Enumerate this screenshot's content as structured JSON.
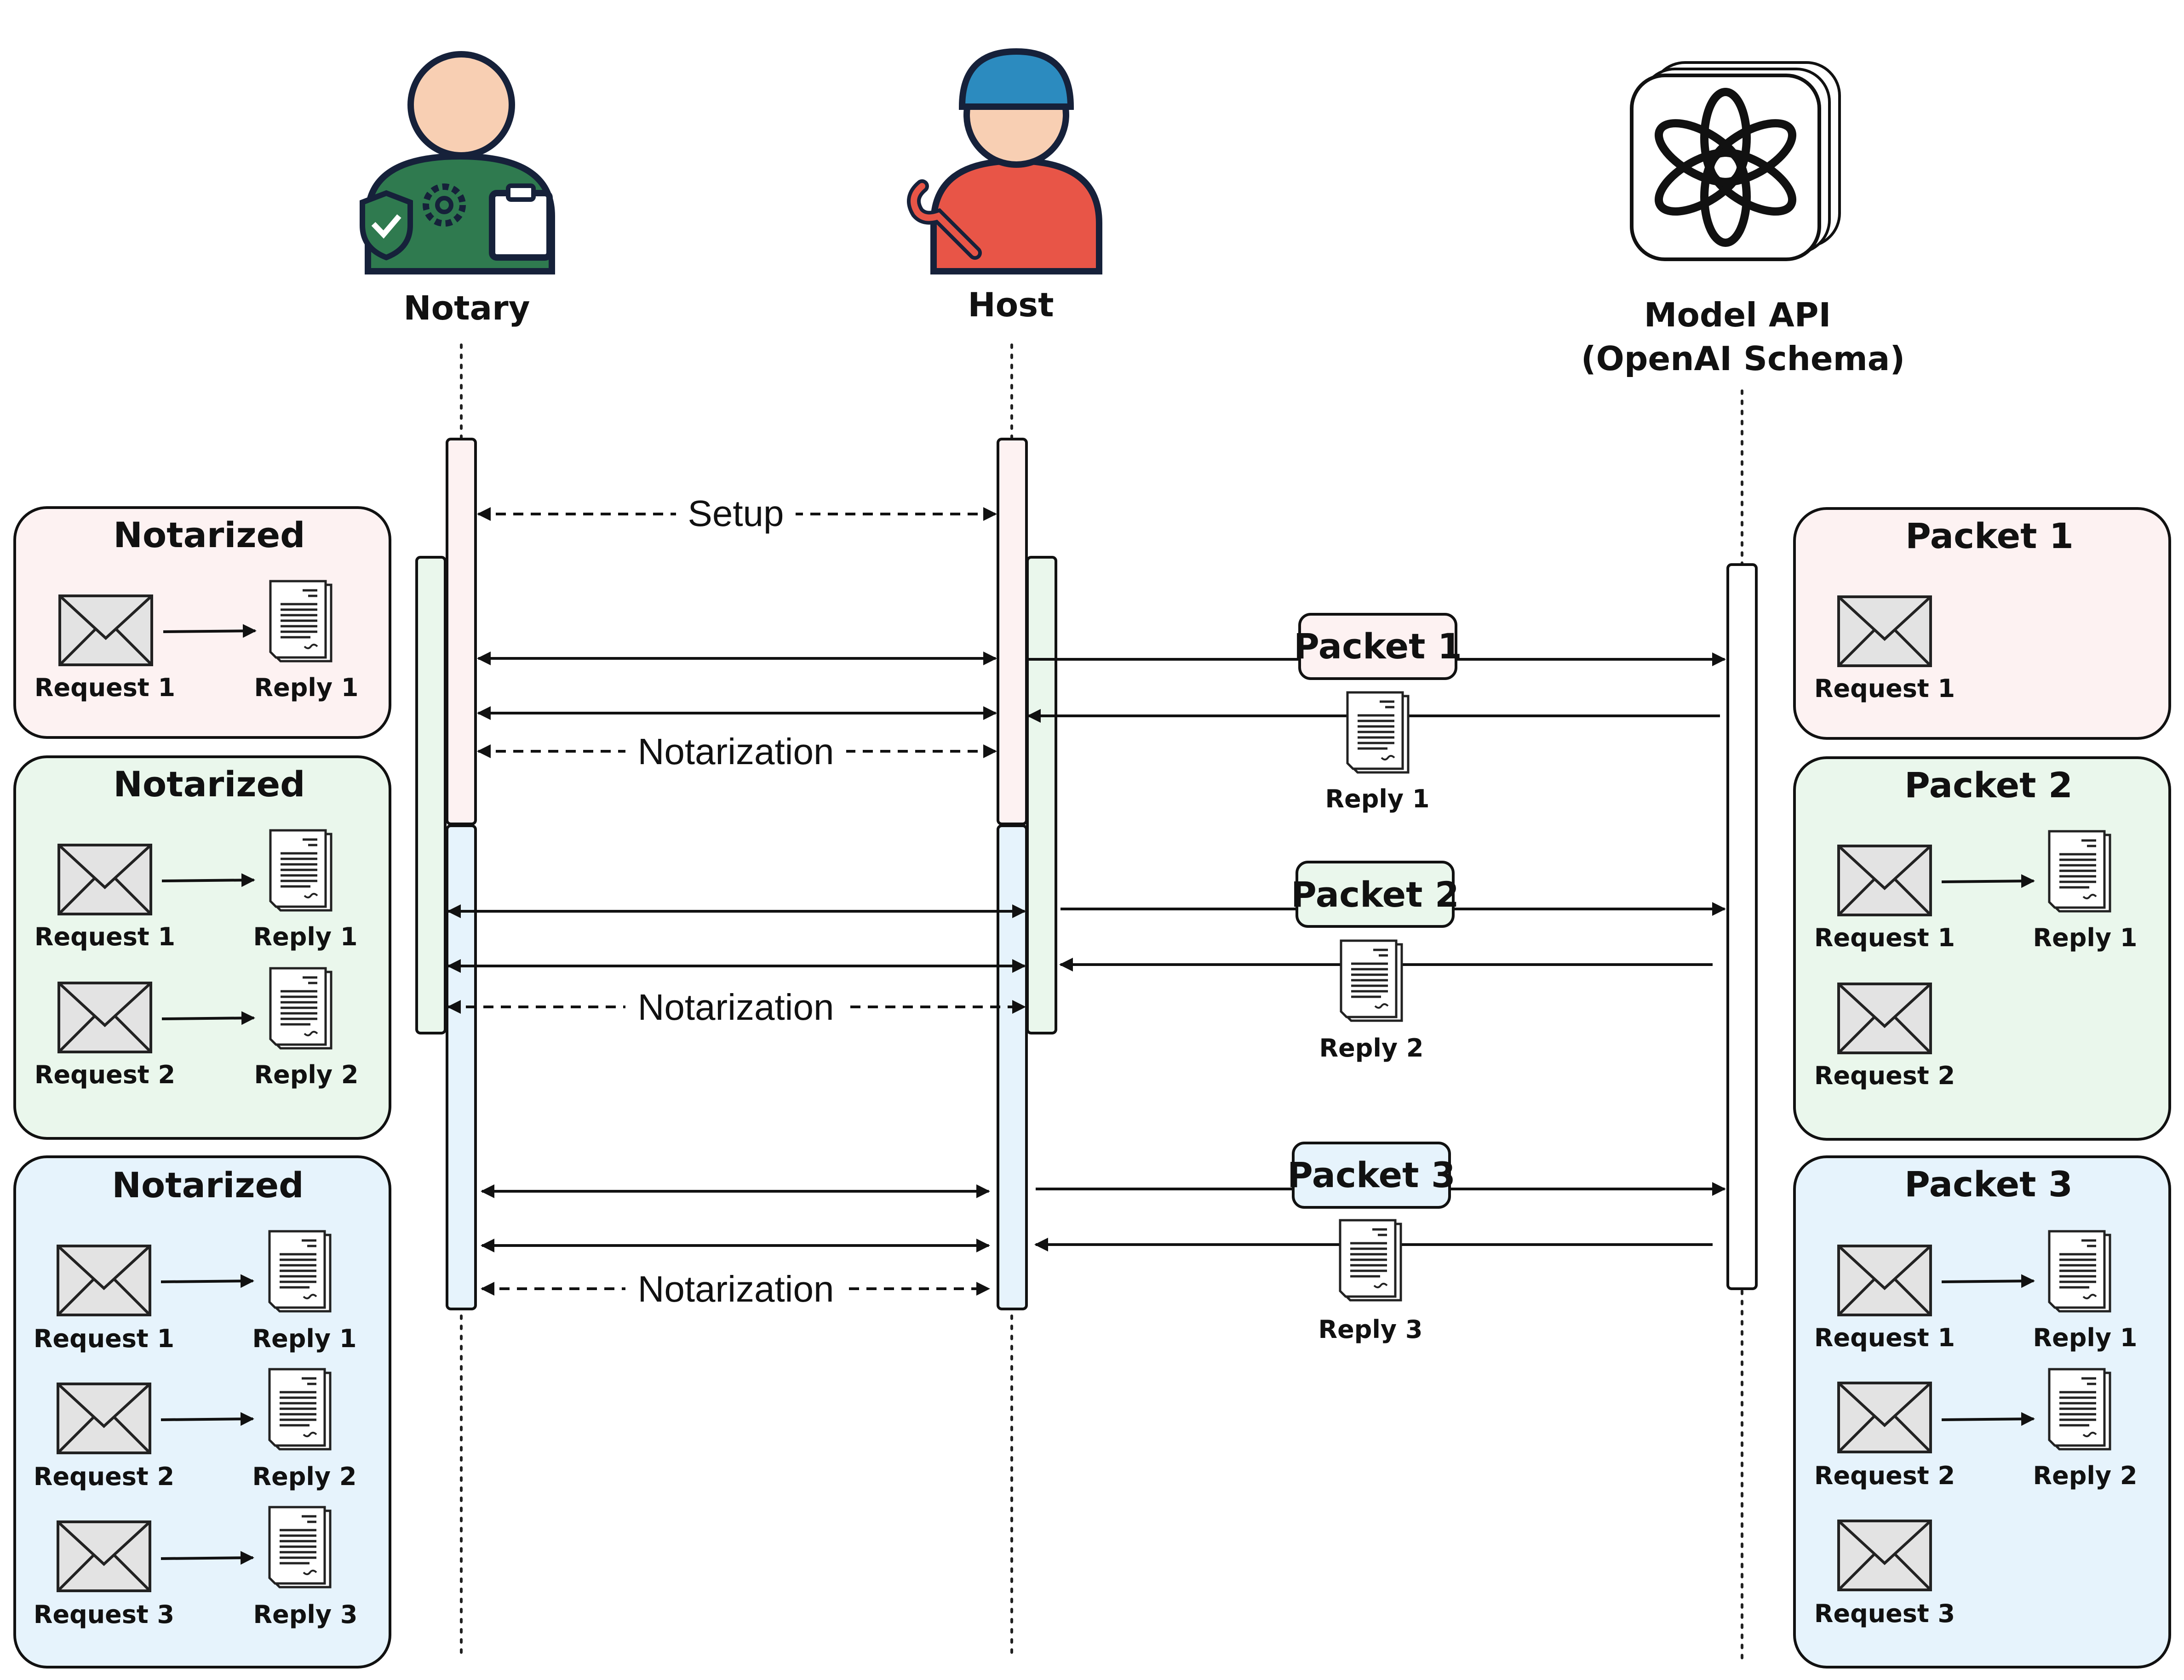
{
  "actors": {
    "notary": {
      "label": "Notary"
    },
    "host": {
      "label": "Host"
    },
    "model": {
      "label_line1": "Model API",
      "label_line2": "(OpenAI Schema)"
    }
  },
  "messages": {
    "setup": "Setup",
    "notarization": "Notarization"
  },
  "packets": [
    {
      "label": "Packet 1",
      "reply": "Reply 1"
    },
    {
      "label": "Packet 2",
      "reply": "Reply 2"
    },
    {
      "label": "Packet 3",
      "reply": "Reply 3"
    }
  ],
  "notarized_panels": [
    {
      "title": "Notarized",
      "rows": [
        {
          "request": "Request 1",
          "reply": "Reply 1"
        }
      ]
    },
    {
      "title": "Notarized",
      "rows": [
        {
          "request": "Request 1",
          "reply": "Reply 1"
        },
        {
          "request": "Request 2",
          "reply": "Reply 2"
        }
      ]
    },
    {
      "title": "Notarized",
      "rows": [
        {
          "request": "Request 1",
          "reply": "Reply 1"
        },
        {
          "request": "Request 2",
          "reply": "Reply 2"
        },
        {
          "request": "Request 3",
          "reply": "Reply 3"
        }
      ]
    }
  ],
  "packet_panels": [
    {
      "title": "Packet 1",
      "rows": [
        {
          "request": "Request 1"
        }
      ]
    },
    {
      "title": "Packet 2",
      "rows": [
        {
          "request": "Request 1",
          "reply": "Reply 1"
        },
        {
          "request": "Request 2"
        }
      ]
    },
    {
      "title": "Packet 3",
      "rows": [
        {
          "request": "Request 1",
          "reply": "Reply 1"
        },
        {
          "request": "Request 2",
          "reply": "Reply 2"
        },
        {
          "request": "Request 3"
        }
      ]
    }
  ],
  "colors": {
    "phase1": "#fdf2f2",
    "phase2": "#eaf7ec",
    "phase3": "#e6f3fc",
    "notary_body": "#2f7a4f",
    "host_body": "#e85547",
    "host_helmet": "#2c8bbf",
    "skin": "#f8cfb3",
    "outline": "#16213a"
  }
}
